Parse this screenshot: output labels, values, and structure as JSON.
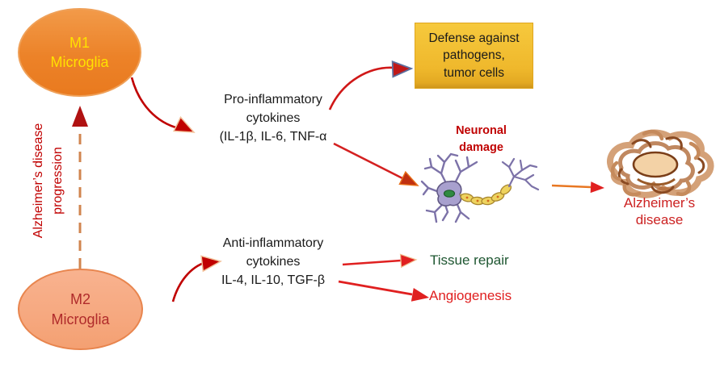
{
  "diagram": {
    "nodes": {
      "m1_microglia": {
        "line1": "M1",
        "line2": "Microglia",
        "fill": "#EC8228",
        "text_color": "#FFE100"
      },
      "m2_microglia": {
        "line1": "M2",
        "line2": "Microglia",
        "fill": "#F6A87F",
        "text_color": "#B02B2B"
      },
      "defense_box": {
        "line1": "Defense against",
        "line2": "pathogens,",
        "line3": "tumor cells",
        "fill": "#EFB82C",
        "text_color": "#1A1A1A"
      }
    },
    "labels": {
      "progression": {
        "line1": "Alzheimer’s disease",
        "line2": "progression",
        "color": "#C00000"
      },
      "pro_cytokines": {
        "line1": "Pro-inflammatory",
        "line2": "cytokines",
        "line3": "(IL-1β, IL-6, TNF-α",
        "color": "#1A1A1A"
      },
      "anti_cytokines": {
        "line1": "Anti-inflammatory",
        "line2": "cytokines",
        "line3": "IL-4, IL-10, TGF-β",
        "color": "#1A1A1A"
      },
      "neuronal_damage": {
        "line1": "Neuronal",
        "line2": "damage",
        "color": "#C00000"
      },
      "alzheimers_disease": {
        "line1": "Alzheimer’s",
        "line2": "disease",
        "color": "#CC2222"
      },
      "tissue_repair": {
        "text": "Tissue repair",
        "color": "#1E5631"
      },
      "angiogenesis": {
        "text": "Angiogenesis",
        "color": "#E02020"
      }
    },
    "images": {
      "neuron": "neuron-with-myelinated-axon-illustration",
      "tangle": "neurofibrillary-tangle-illustration"
    },
    "colors": {
      "arrow_dark_red": "#C00000",
      "arrow_bright_red": "#E02020",
      "arrow_orange": "#E87722",
      "dashed_line_orange": "#D1854F",
      "background": "#FFFFFF"
    }
  }
}
